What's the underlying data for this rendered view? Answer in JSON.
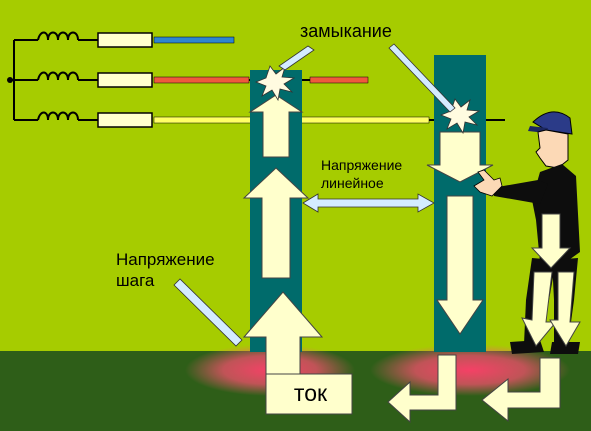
{
  "labels": {
    "fault": "замыкание",
    "line_voltage_1": "Напряжение",
    "line_voltage_2": "линейное",
    "step_voltage_1": "Напряжение",
    "step_voltage_2": "шага",
    "current": "ток"
  },
  "colors": {
    "background": "#a6cc00",
    "ground": "#2e5e18",
    "pole": "#006b6b",
    "arrow_fill": "#ffffcc",
    "wire_blue": "#2f86d0",
    "wire_red": "#ee5a3c",
    "wire_yellow": "#ffff66",
    "ground_glow": "#ff3f6a"
  },
  "icons": [
    "inductor-icon",
    "fuse-icon",
    "spark-icon",
    "person-icon"
  ]
}
